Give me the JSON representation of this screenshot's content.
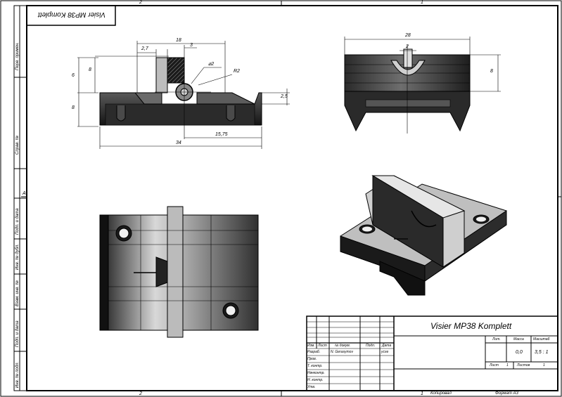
{
  "drawing": {
    "title": "Visier MP38 Komplett",
    "title_mirrored": "Visier MP38 Komplett",
    "sheet_format": "Формат A3",
    "copied_label": "Копировал",
    "zone_labels": {
      "top_left": "2",
      "top_right": "1",
      "bottom_left": "2",
      "bottom_right": "1",
      "side_a": "A"
    },
    "left_strip_labels": [
      "Перв. примен.",
      "Справ. №",
      "Подп. и дата",
      "Инв. № дубл.",
      "Взам. инв. №",
      "Подп. и дата",
      "Инв. № подл."
    ]
  },
  "dimensions": {
    "front": {
      "d18": "18",
      "d2_7": "2,7",
      "d3": "3",
      "d_dia2": "⌀2",
      "r2": "R2",
      "d6": "6",
      "d8_top": "8",
      "d8_bot": "8",
      "d2_5": "2,5",
      "d15_75": "15,75",
      "d34": "34"
    },
    "side": {
      "d28": "28",
      "d2": "2",
      "d8": "8"
    }
  },
  "title_block": {
    "headers": {
      "izm": "Изм.",
      "list": "Лист",
      "doc_no": "№ докум.",
      "sign": "Подп.",
      "date": "Дата",
      "lit": "Лит.",
      "mass": "Масса",
      "scale": "Масштаб"
    },
    "rows": {
      "developed": "Разраб.",
      "checked": "Пров.",
      "t_control": "Т. контр.",
      "n_control": "Н. контр.",
      "approved": "Утв.",
      "head": "Начконтр."
    },
    "developer_name": "N. Gerasymov",
    "date_value": "уcxe",
    "mass_value": "0,0",
    "scale_value": "3,5 : 1",
    "sheet_label": "Лист",
    "sheet_value": "1",
    "sheets_label": "Листов",
    "sheets_value": "1"
  }
}
